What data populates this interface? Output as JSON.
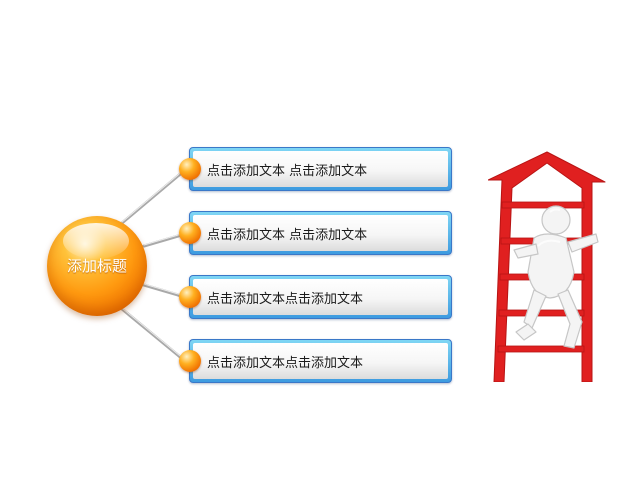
{
  "hub": {
    "title": "添加标题"
  },
  "items": [
    {
      "text": "点击添加文本 点击添加文本"
    },
    {
      "text": "点击添加文本 点击添加文本"
    },
    {
      "text": "点击添加文本点击添加文本"
    },
    {
      "text": "点击添加文本点击添加文本"
    }
  ],
  "colors": {
    "hub_orange": "#f58a0b",
    "box_border_blue": "#3d9be0",
    "connector_gray": "#b8b8b8",
    "ladder_red": "#e02020",
    "figure_white": "#f4f4f4"
  },
  "illustration": {
    "icon": "person-climbing-ladder-arrow-icon"
  }
}
